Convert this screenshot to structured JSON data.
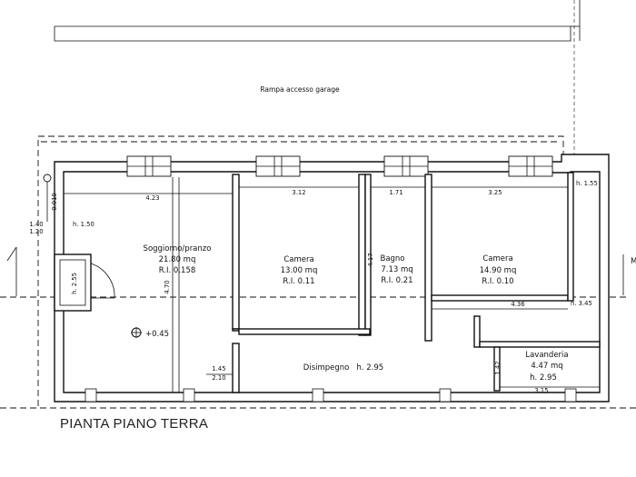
{
  "plan": {
    "title": "PIANTA PIANO TERRA",
    "ramp_label": "Rampa accesso garage",
    "rooms": [
      {
        "id": "soggiorno",
        "lines": [
          "Soggiorno/pranzo",
          "21.80 mq",
          "R.I. 0.158"
        ]
      },
      {
        "id": "camera1",
        "lines": [
          "Camera",
          "13.00 mq",
          "R.I. 0.11"
        ]
      },
      {
        "id": "bagno",
        "lines": [
          "Bagno",
          "7.13 mq",
          "R.I. 0.21"
        ]
      },
      {
        "id": "camera2",
        "lines": [
          "Camera",
          "14.90 mq",
          "R.I. 0.10"
        ]
      },
      {
        "id": "lavanderia",
        "lines": [
          "Lavanderia",
          "4.47 mq",
          "h. 2.95"
        ]
      },
      {
        "id": "disimpegno",
        "lines": [
          "Disimpegno   h. 2.95"
        ]
      }
    ],
    "dimensions": {
      "d_423": "4.23",
      "d_312": "3.12",
      "d_171": "1.71",
      "d_325": "3.25",
      "d_436": "4.36",
      "d_315": "3.15",
      "d_470": "4.70",
      "d_417": "4.17",
      "d_142": "1.42",
      "d_145": "1.45",
      "d_210": "2.10",
      "d_140": "1.40",
      "d_120": "1.20",
      "d_0010": "0.010",
      "h_150": "h. 1.50",
      "h_155": "h. 1.55",
      "h_345": "h. 3.45",
      "level": "+0.45",
      "stair": "h. 2.55"
    },
    "marks": {
      "section_right": "M"
    }
  }
}
